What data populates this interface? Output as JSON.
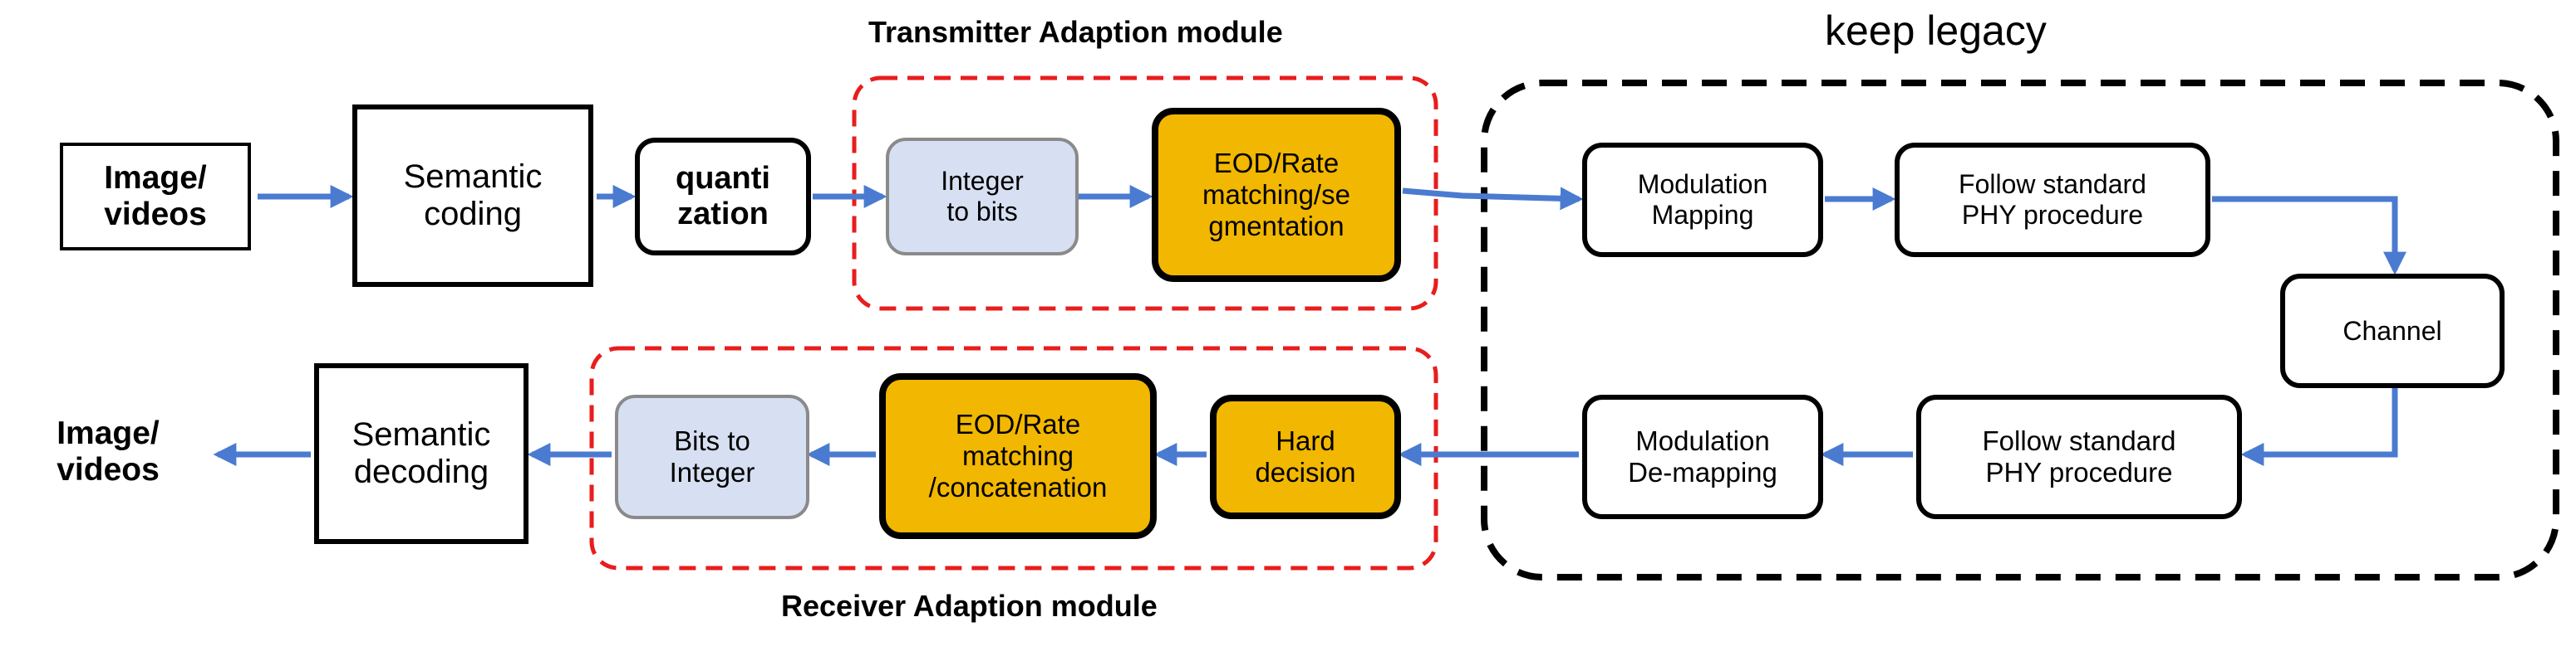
{
  "titles": {
    "transmitter": "Transmitter Adaption module",
    "receiver": "Receiver Adaption module",
    "legacy": "keep legacy"
  },
  "tx": {
    "input": "Image/\nvideos",
    "semantic_coding": "Semantic\ncoding",
    "quantization": "quanti\nzation",
    "int_to_bits": "Integer\nto bits",
    "eod_seg": "EOD/Rate\nmatching/se\ngmentation",
    "mod_mapping": "Modulation\nMapping",
    "phy_tx": "Follow standard\nPHY procedure"
  },
  "channel": "Channel",
  "rx": {
    "phy_rx": "Follow standard\nPHY procedure",
    "mod_demapping": "Modulation\nDe-mapping",
    "hard_decision": "Hard\ndecision",
    "eod_concat": "EOD/Rate\nmatching\n/concatenation",
    "bits_to_int": "Bits to\nInteger",
    "semantic_decoding": "Semantic\ndecoding",
    "output": "Image/\nvideos"
  },
  "colors": {
    "arrow": "#4a7bd0",
    "adaption_border": "#e81d1d",
    "legacy_border": "#000000",
    "orange_fill": "#f2b700",
    "blue_fill": "#d7e0f2"
  }
}
